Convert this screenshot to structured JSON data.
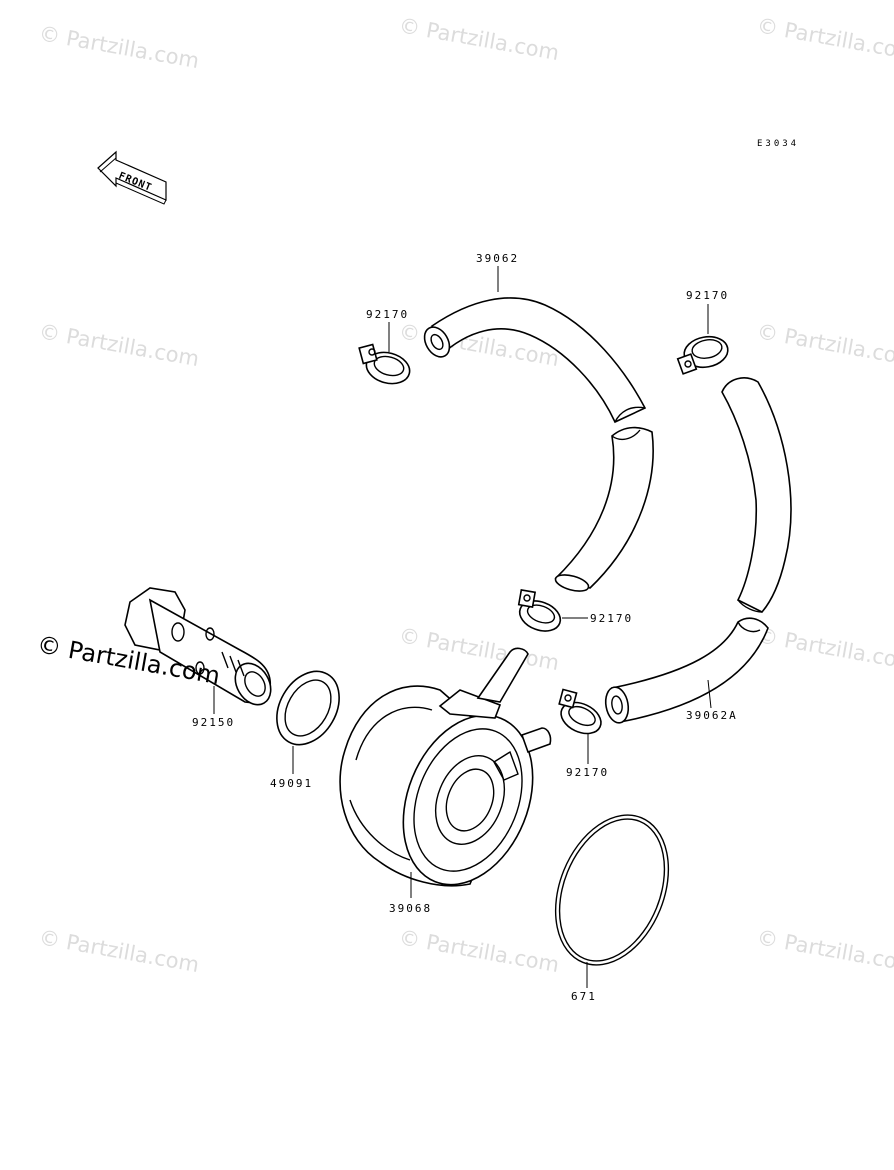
{
  "diagram_code": "E3034",
  "front_label": "FRONT",
  "watermark": "© Partzilla.com",
  "parts": {
    "hose_upper": "39062",
    "hose_lower": "39062A",
    "clamp_top_left": "92170",
    "clamp_top_right": "92170",
    "clamp_middle": "92170",
    "clamp_lower": "92170",
    "bolt": "92150",
    "washer": "49091",
    "oil_cooler": "39068",
    "o_ring": "671"
  }
}
